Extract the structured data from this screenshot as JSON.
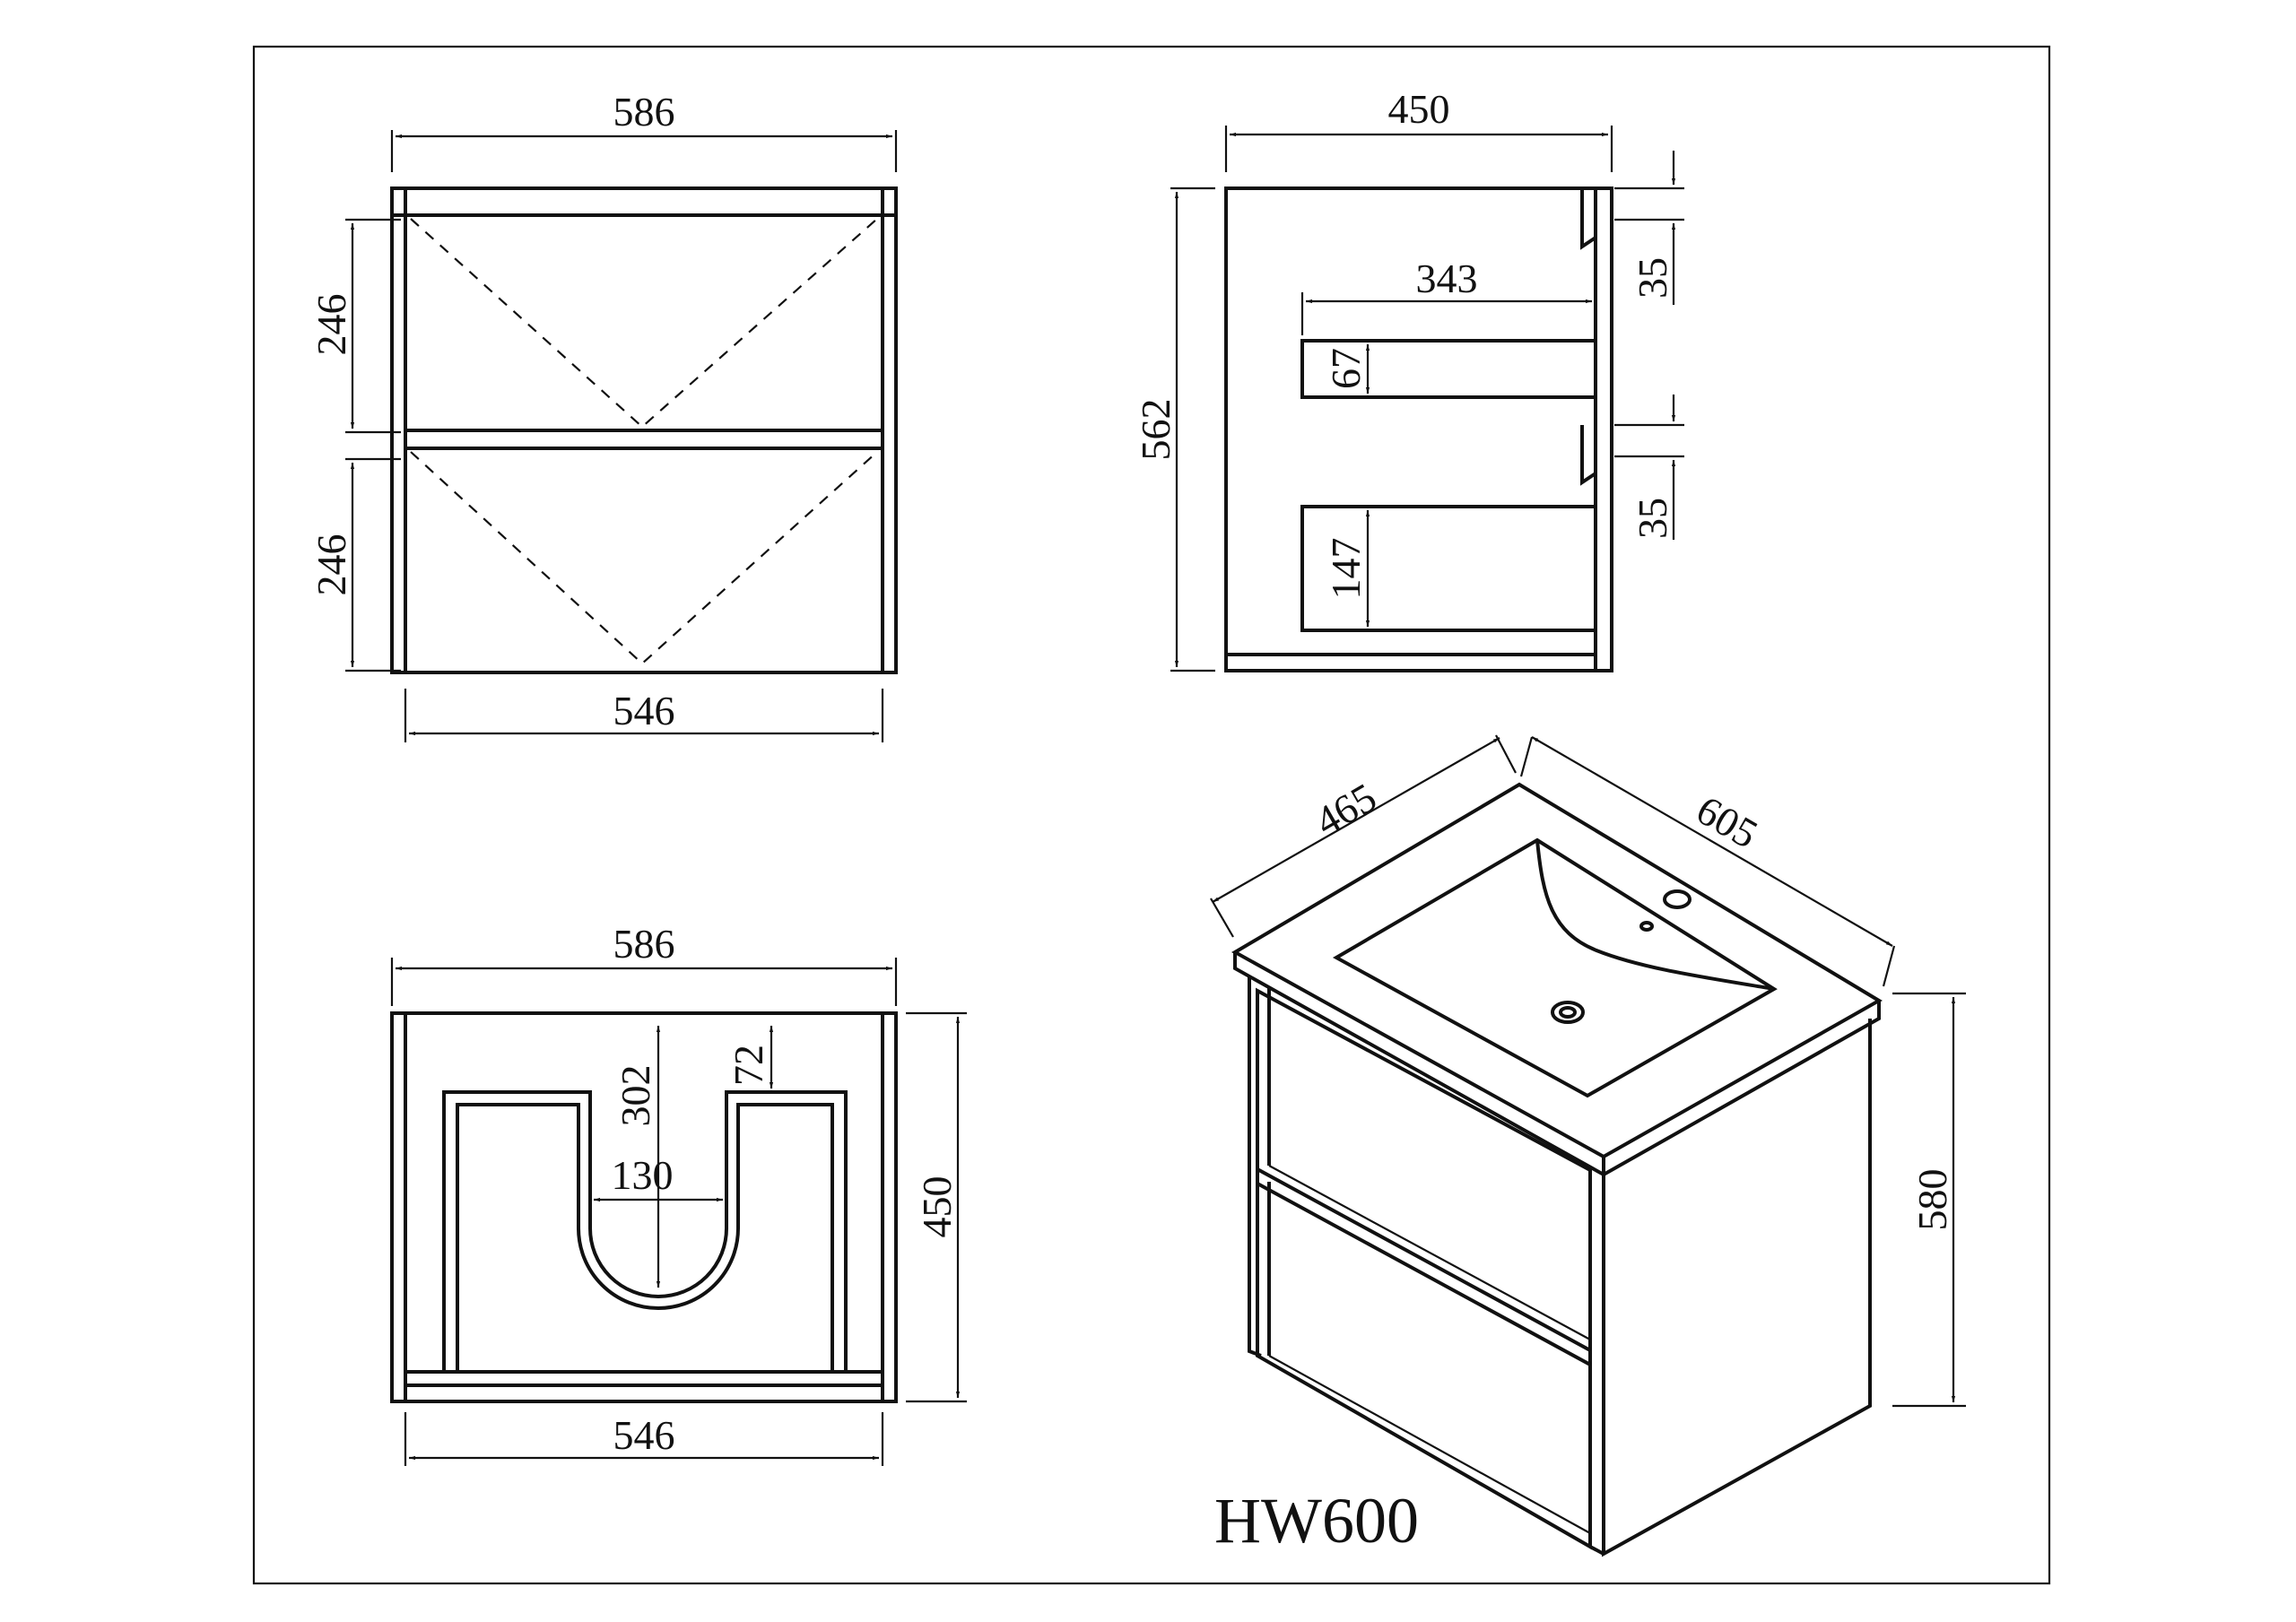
{
  "model": "HW600",
  "front_view": {
    "width_outer": "586",
    "drawer_height_top": "246",
    "drawer_height_bottom": "246",
    "width_inner": "546"
  },
  "side_view": {
    "depth": "450",
    "height": "562",
    "drawer_depth": "343",
    "upper_cutout": "67",
    "lower_cutout": "147",
    "rail_top": "35",
    "rail_bottom": "35"
  },
  "top_view": {
    "width_outer": "586",
    "width_inner": "546",
    "depth": "450",
    "notch_depth": "302",
    "notch_width": "130",
    "rear_gap": "72"
  },
  "iso_view": {
    "depth": "465",
    "width": "605",
    "height": "580"
  }
}
